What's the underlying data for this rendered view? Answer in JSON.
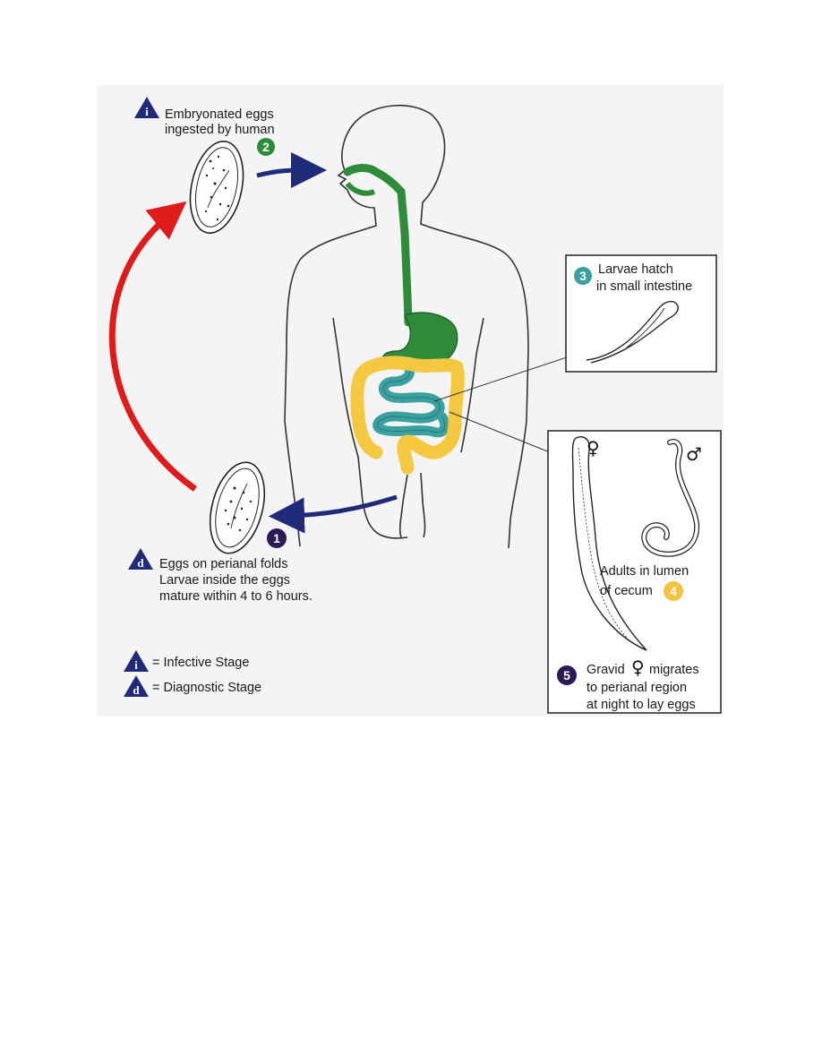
{
  "colors": {
    "panel_bg": "#f4f4f4",
    "digestive_green": "#2e8b3a",
    "small_intestine_teal": "#3aa0a0",
    "colon_yellow": "#f5c842",
    "arrow_navy": "#1f2a78",
    "cycle_red": "#e01b1b",
    "badge_infective": "#1f2a78",
    "badge_diagnostic": "#1f2a78",
    "badge_1": "#2b1a55",
    "badge_2": "#2e8b3a",
    "badge_3": "#3aa0a0",
    "badge_4": "#f2c440",
    "badge_5": "#2b1a55"
  },
  "stages": {
    "embryonated": {
      "badge": "i",
      "line1": "Embryonated eggs",
      "line2": "ingested by human",
      "step": "2"
    },
    "hatch": {
      "step": "3",
      "line1": "Larvae hatch",
      "line2": "in small intestine"
    },
    "adults": {
      "female_symbol": "♀",
      "male_symbol": "♂",
      "line1": "Adults in lumen",
      "line2": "of cecum",
      "step": "4"
    },
    "gravid": {
      "step": "5",
      "line1": "Gravid",
      "symbol": "♀",
      "line1_rest": "migrates",
      "line2": "to perianal region",
      "line3": "at night to lay eggs"
    },
    "perianal": {
      "badge": "d",
      "step": "1",
      "line1": "Eggs on perianal folds",
      "line2": "Larvae inside the eggs",
      "line3": "mature within 4 to 6 hours."
    }
  },
  "legend": [
    {
      "badge": "i",
      "text": "= Infective Stage"
    },
    {
      "badge": "d",
      "text": "= Diagnostic Stage"
    }
  ]
}
